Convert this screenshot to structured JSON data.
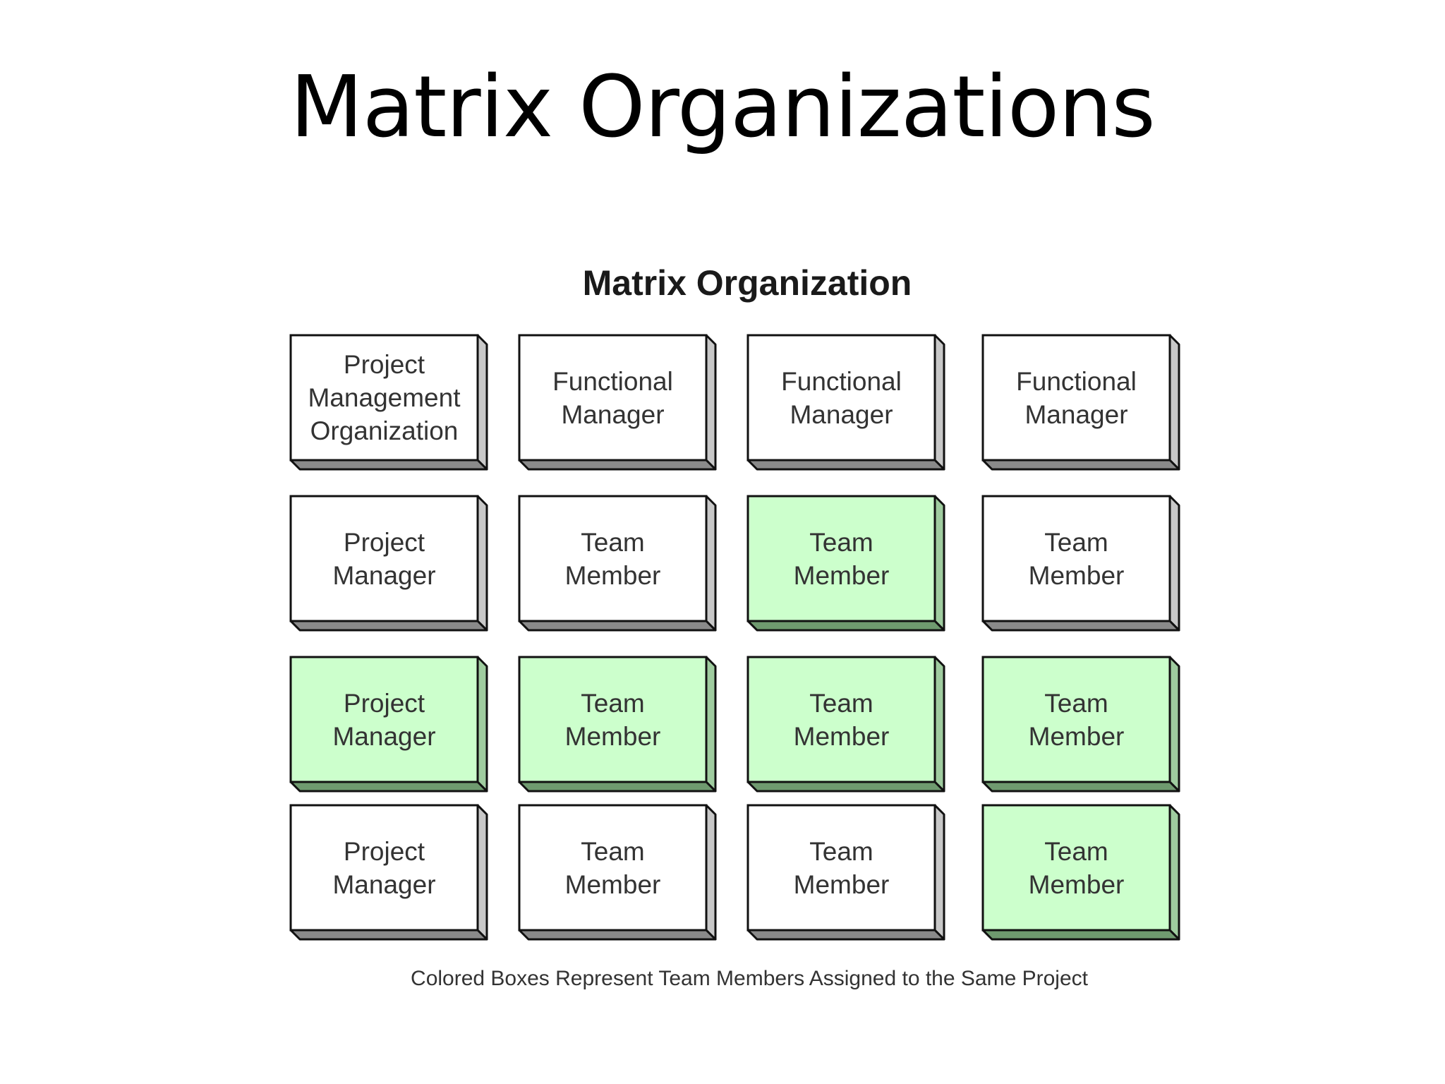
{
  "slide_title": "Matrix Organizations",
  "diagram": {
    "title": "Matrix Organization",
    "caption": "Colored Boxes Represent Team Members Assigned to the Same Project",
    "colors": {
      "highlight_fill": "#ccffcc",
      "plain_fill": "#ffffff",
      "border": "#111111",
      "side_shade_plain": "#c8c8c8",
      "bottom_shade_plain": "#8a8a8a",
      "side_shade_highlight": "#9fcc9f",
      "bottom_shade_highlight": "#6f9a6f"
    },
    "rows": [
      [
        {
          "label": "Project\nManagement\nOrganization",
          "highlighted": false
        },
        {
          "label": "Functional\nManager",
          "highlighted": false
        },
        {
          "label": "Functional\nManager",
          "highlighted": false
        },
        {
          "label": "Functional\nManager",
          "highlighted": false
        }
      ],
      [
        {
          "label": "Project\nManager",
          "highlighted": false
        },
        {
          "label": "Team\nMember",
          "highlighted": false
        },
        {
          "label": "Team\nMember",
          "highlighted": true
        },
        {
          "label": "Team\nMember",
          "highlighted": false
        }
      ],
      [
        {
          "label": "Project\nManager",
          "highlighted": true
        },
        {
          "label": "Team\nMember",
          "highlighted": true
        },
        {
          "label": "Team\nMember",
          "highlighted": true
        },
        {
          "label": "Team\nMember",
          "highlighted": true
        }
      ],
      [
        {
          "label": "Project\nManager",
          "highlighted": false
        },
        {
          "label": "Team\nMember",
          "highlighted": false
        },
        {
          "label": "Team\nMember",
          "highlighted": false
        },
        {
          "label": "Team\nMember",
          "highlighted": true
        }
      ]
    ]
  }
}
